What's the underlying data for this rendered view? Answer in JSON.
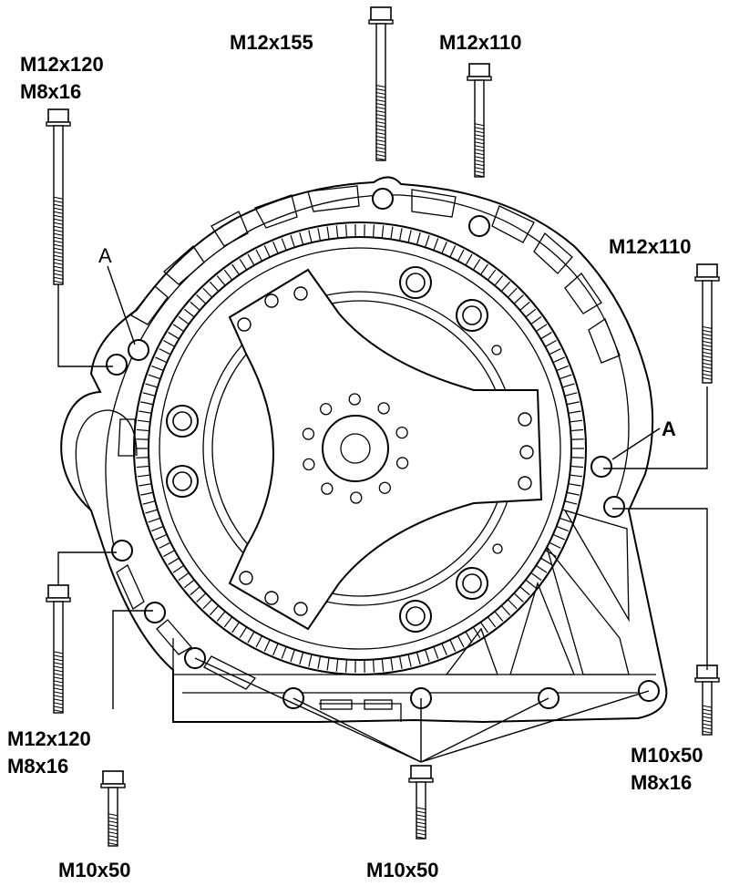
{
  "labels": {
    "top_left_line1": "M12x120",
    "top_left_line2": "M8x16",
    "top_center": "M12x155",
    "top_right": "M12x110",
    "right_upper": "M12x110",
    "marker_left": "A",
    "marker_right": "A",
    "bottom_left_line1": "M12x120",
    "bottom_left_line2": "M8x16",
    "bottom_right_line1": "M10x50",
    "bottom_right_line2": "M8x16",
    "bottom_left_lower": "M10x50",
    "bottom_center": "M10x50"
  }
}
